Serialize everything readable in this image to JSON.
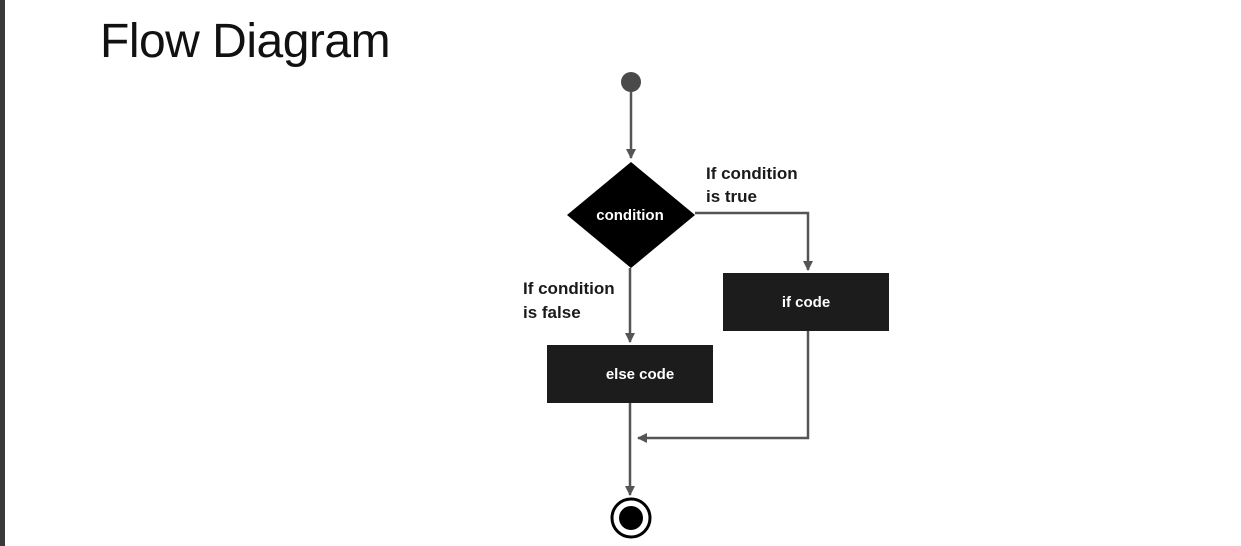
{
  "title": "Flow Diagram",
  "diagram": {
    "decision": "condition",
    "true_label": [
      "If condition",
      "is true"
    ],
    "false_label": [
      "If condition",
      "is false"
    ],
    "if_box": "if code",
    "else_box": "else code"
  },
  "colors": {
    "node_fill": "#1c1c1c",
    "node_text": "#ffffff",
    "connector": "#555555",
    "start_dot": "#4a4a4a"
  }
}
